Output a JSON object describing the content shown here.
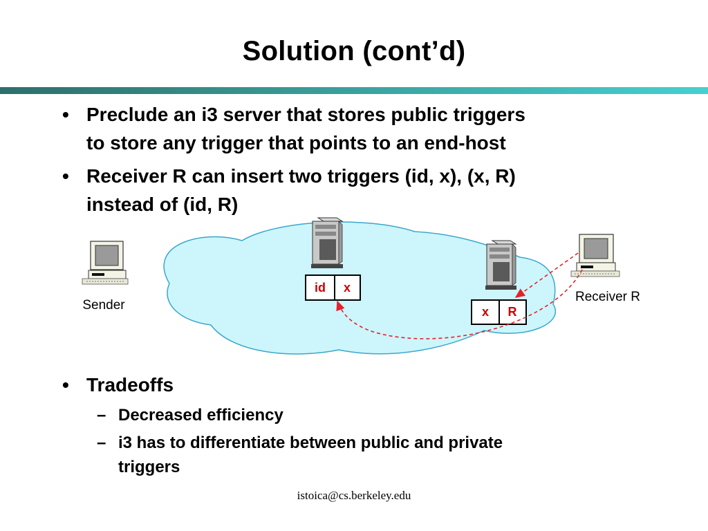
{
  "slide": {
    "title": "Solution (cont’d)",
    "bullets": [
      {
        "marker": "•",
        "lines": [
          "Preclude an i3 server that stores public triggers",
          "to store any trigger that points to an end-host"
        ]
      },
      {
        "marker": "•",
        "lines": [
          "Receiver R can insert two triggers (id, x), (x, R)",
          "instead of (id, R)"
        ]
      },
      {
        "marker": "•",
        "lines": [
          "Tradeoffs"
        ],
        "sub": [
          {
            "marker": "–",
            "lines": [
              "Decreased efficiency"
            ]
          },
          {
            "marker": "–",
            "lines": [
              "i3 has to differentiate between public and private",
              "triggers"
            ]
          }
        ]
      }
    ],
    "footer": "istoica@cs.berkeley.edu"
  },
  "diagram": {
    "sender_label": "Sender",
    "receiver_label": "Receiver R",
    "trigger1": {
      "id": "id",
      "target": "x"
    },
    "trigger2": {
      "id": "x",
      "target": "R"
    },
    "colors": {
      "cloud_fill": "#ccf6fb",
      "cloud_stroke": "#3aa6cc",
      "trigger_text": "#cc0000",
      "arrow": "#e8202a"
    }
  }
}
